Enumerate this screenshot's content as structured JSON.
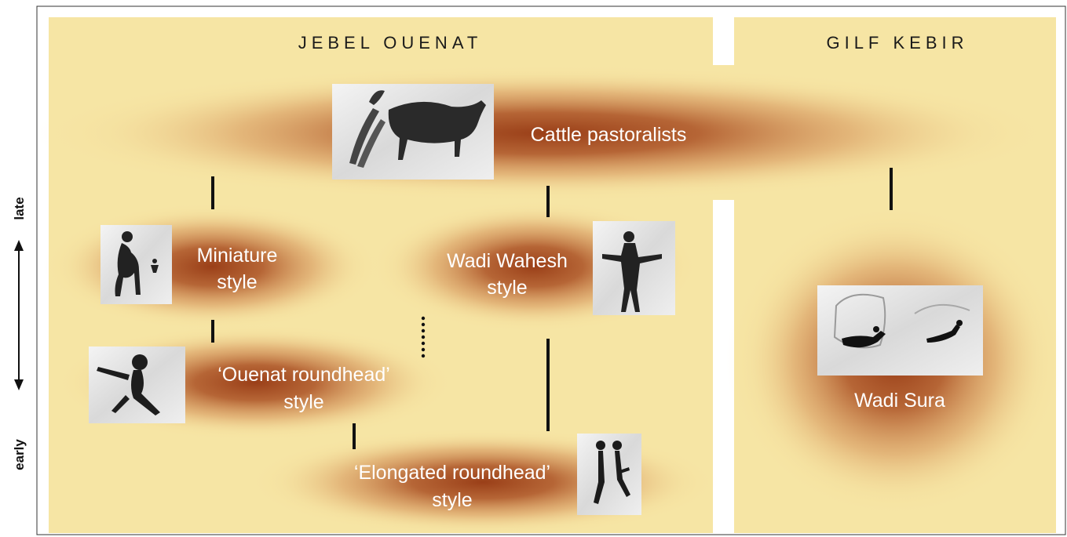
{
  "regions": {
    "jebel_ouenat": "JEBEL OUENAT",
    "gilf_kebir": "GILF KEBIR"
  },
  "axis": {
    "late": "late",
    "early": "early"
  },
  "groups": {
    "cattle": {
      "label": "Cattle pastoralists"
    },
    "miniature": {
      "line1": "Miniature",
      "line2": "style"
    },
    "wadi_wahesh": {
      "line1": "Wadi Wahesh",
      "line2": "style"
    },
    "ouenat_roundhead": {
      "line1": "‘Ouenat roundhead’",
      "line2": "style"
    },
    "elongated_roundhead": {
      "line1": "‘Elongated roundhead’",
      "line2": "style"
    },
    "wadi_sura": {
      "label": "Wadi Sura"
    }
  },
  "colors": {
    "panel": "#f6e5a4",
    "glow": "#a24a22",
    "connector": "#111111"
  }
}
